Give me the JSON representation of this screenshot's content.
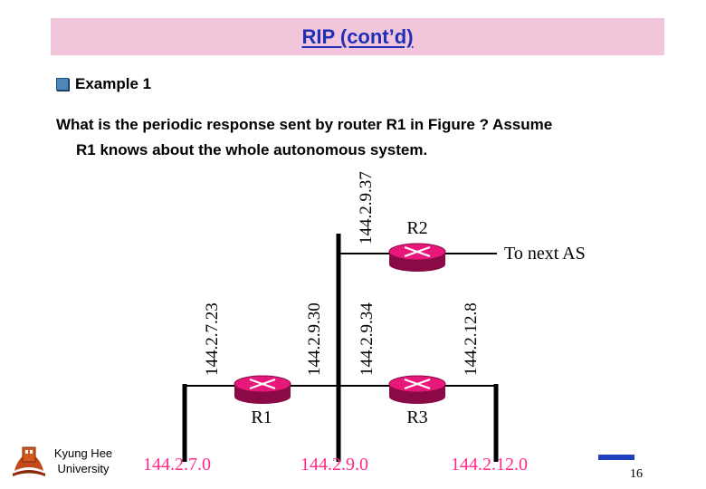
{
  "header": {
    "title": "RIP (cont’d)"
  },
  "bullet": {
    "icon": "square-bullet-icon",
    "text": "Example 1"
  },
  "question": {
    "line1": "What is the periodic response sent by router R1 in Figure ? Assume",
    "line2": "R1 knows about the whole autonomous system."
  },
  "diagram": {
    "routers": {
      "r1": "R1",
      "r2": "R2",
      "r3": "R3"
    },
    "interfaces": {
      "r2_top": "144.2.9.37",
      "r1_left": "144.2.7.23",
      "r1_right": "144.2.9.30",
      "r3_left": "144.2.9.34",
      "r3_right": "144.2.12.8"
    },
    "next_as": "To next AS",
    "networks": {
      "net1": "144.2.7.0",
      "net2": "144.2.9.0",
      "net3": "144.2.12.0"
    },
    "router_color": "#e8187a",
    "network_label_color": "#ff2a8a"
  },
  "footer": {
    "university_line1": "Kyung Hee",
    "university_line2": "University",
    "page": "16"
  }
}
